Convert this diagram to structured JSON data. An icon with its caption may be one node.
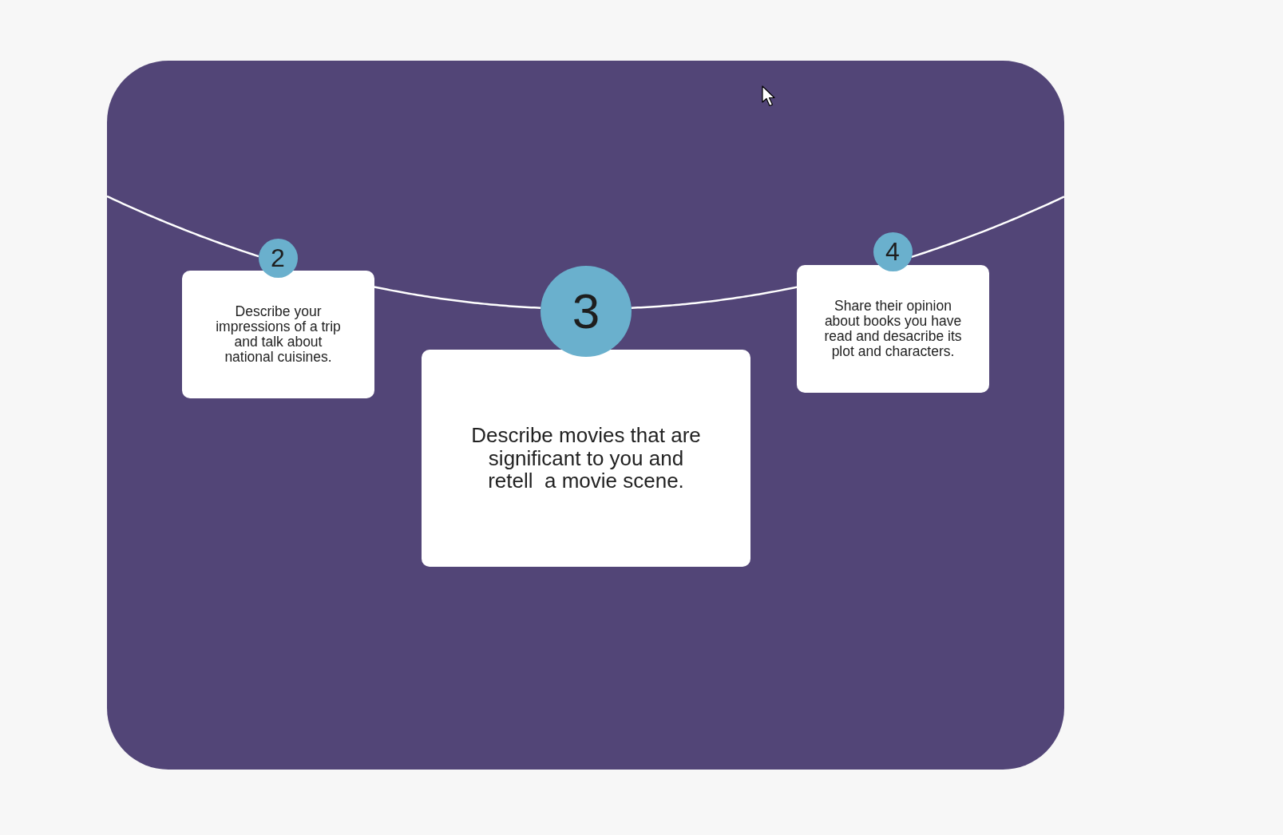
{
  "diagram": {
    "nodes": [
      {
        "text": [
          "2"
        ]
      },
      {
        "text": [
          "Describe your impressions of a trip and talk about national cuisines."
        ]
      },
      {
        "text": [
          "3"
        ]
      },
      {
        "text": [
          "Describe movies that are significant to you and retell  a movie scene."
        ]
      },
      {
        "text": [
          "4"
        ]
      },
      {
        "text": [
          "Share their opinion about books you have read and desacribe its plot and characters."
        ]
      }
    ],
    "edges": [
      {
        "from": null,
        "to": 0,
        "arrow": "none"
      },
      {
        "from": 1,
        "to": 2,
        "arrow": "none"
      },
      {
        "from": 2,
        "to": 5,
        "arrow": "none"
      },
      {
        "from": 4,
        "to": null,
        "arrow": "none"
      }
    ]
  }
}
